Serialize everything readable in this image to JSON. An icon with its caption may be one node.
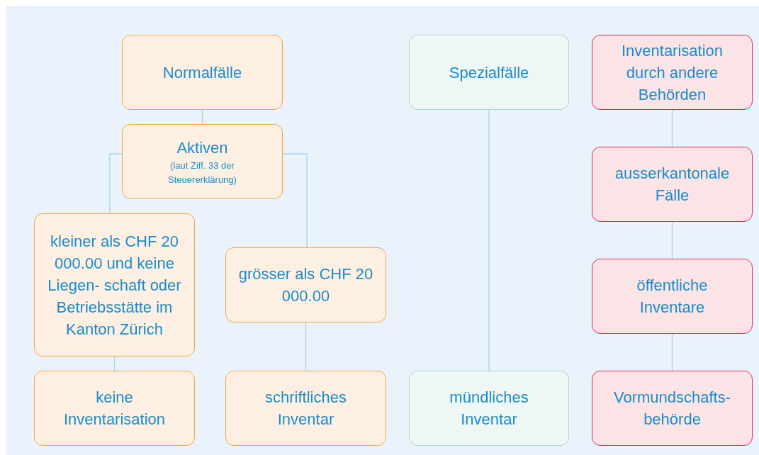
{
  "diagram": {
    "nodes": [
      {
        "text": [
          "Normalfälle"
        ]
      },
      {
        "text": [
          "Aktiven",
          "(laut Ziff. 33 der Steuererklärung)"
        ]
      },
      {
        "text": [
          "kleiner als CHF 20 000.00 und keine Liegen- schaft oder Betriebsstätte im Kanton Zürich"
        ]
      },
      {
        "text": [
          "grösser als CHF 20 000.00"
        ]
      },
      {
        "text": [
          "keine Inventarisation"
        ]
      },
      {
        "text": [
          "schriftliches Inventar"
        ]
      },
      {
        "text": [
          "Spezialfälle"
        ]
      },
      {
        "text": [
          "mündliches Inventar"
        ]
      },
      {
        "text": [
          "Inventarisation durch andere Behörden"
        ]
      },
      {
        "text": [
          "ausserkantonale Fälle"
        ]
      },
      {
        "text": [
          "öffentliche Inventare"
        ]
      },
      {
        "text": [
          "Vormundschafts- behörde"
        ]
      }
    ],
    "edges": [
      {
        "from": 0,
        "to": 1,
        "arrow": "none"
      },
      {
        "from": 1,
        "to": 2,
        "arrow": "none"
      },
      {
        "from": 1,
        "to": 3,
        "arrow": "none"
      },
      {
        "from": 2,
        "to": 4,
        "arrow": "none"
      },
      {
        "from": 3,
        "to": 5,
        "arrow": "none"
      },
      {
        "from": 6,
        "to": 7,
        "arrow": "none"
      },
      {
        "from": 8,
        "to": 9,
        "arrow": "none"
      },
      {
        "from": 9,
        "to": 10,
        "arrow": "none"
      },
      {
        "from": 10,
        "to": 11,
        "arrow": "none"
      }
    ]
  }
}
